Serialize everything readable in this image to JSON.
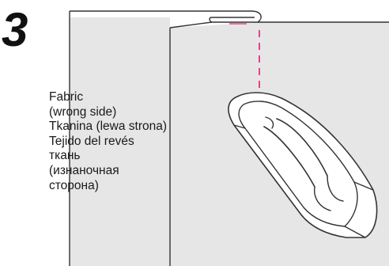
{
  "step": {
    "number": "3"
  },
  "caption": {
    "lines": [
      "Fabric",
      "(wrong side)",
      "Tkanina (lewa strona)",
      "Tejido del revés",
      "ткань",
      "(изнаночная",
      "сторона)"
    ]
  },
  "colors": {
    "fabric": "#e6e6e6",
    "outline": "#333333",
    "stitch": "#e0448c",
    "iron_body": "#ffffff",
    "iron_soleplate": "#dcdcdc"
  }
}
